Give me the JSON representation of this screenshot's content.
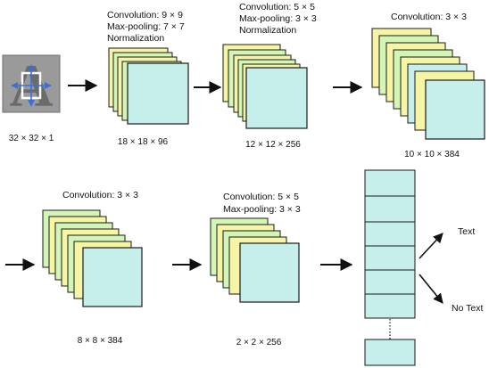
{
  "colors": {
    "map_yellow": "#f6f5a6",
    "map_green": "#d3f5b5",
    "map_cyan": "#c6eeeb",
    "stroke": "#1a1a1a",
    "arrow": "#111111",
    "input_bg": "#9a9a9a"
  },
  "input": {
    "icon": "letter-a-input-image-icon",
    "size_label": "32 × 32 × 1"
  },
  "stages": [
    {
      "lines": [
        "Convolution: 9 × 9",
        "Max-pooling: 7 × 7",
        "Normalization"
      ],
      "size_label": "18 × 18 × 96"
    },
    {
      "lines": [
        "Convolution: 5 × 5",
        "Max-pooling: 3 × 3",
        "Normalization"
      ],
      "size_label": "12 × 12 × 256"
    },
    {
      "lines": [
        "Convolution: 3 × 3"
      ],
      "size_label": "10 × 10 × 384"
    },
    {
      "lines": [
        "Convolution: 3 × 3"
      ],
      "size_label": "8 × 8 × 384"
    },
    {
      "lines": [
        "Convolution: 5 × 5",
        "Max-pooling: 3 × 3"
      ],
      "size_label": "2 × 2 × 256"
    }
  ],
  "outputs": [
    "Text",
    "No Text"
  ]
}
